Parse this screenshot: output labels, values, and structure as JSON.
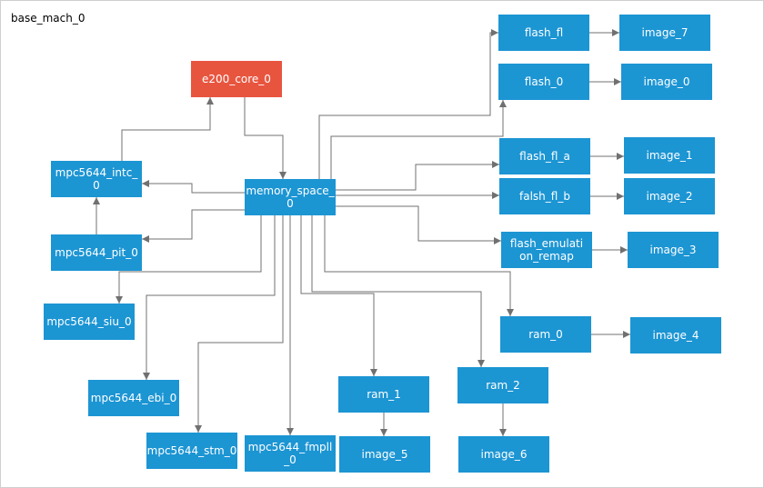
{
  "diagram": {
    "title": "base_mach_0",
    "colors": {
      "node": "#1c95d3",
      "core_node": "#e8553f",
      "edge": "#707070"
    },
    "nodes": {
      "e200_core_0": "e200_core_0",
      "memory_space_0": "memory_space_\n0",
      "mpc5644_intc_0": "mpc5644_intc_\n0",
      "mpc5644_pit_0": "mpc5644_pit_0",
      "mpc5644_siu_0": "mpc5644_siu_0",
      "mpc5644_ebi_0": "mpc5644_ebi_0",
      "mpc5644_stm_0": "mpc5644_stm_0",
      "mpc5644_fmpll_0": "mpc5644_fmpll\n_0",
      "ram_1": "ram_1",
      "image_5": "image_5",
      "ram_2": "ram_2",
      "image_6": "image_6",
      "ram_0": "ram_0",
      "image_4": "image_4",
      "flash_fl": "flash_fl",
      "image_7": "image_7",
      "flash_0": "flash_0",
      "image_0": "image_0",
      "flash_fl_a": "flash_fl_a",
      "image_1": "image_1",
      "falsh_fl_b": "falsh_fl_b",
      "image_2": "image_2",
      "flash_emulation_remap": "flash_emulati\non_remap",
      "image_3": "image_3"
    }
  }
}
